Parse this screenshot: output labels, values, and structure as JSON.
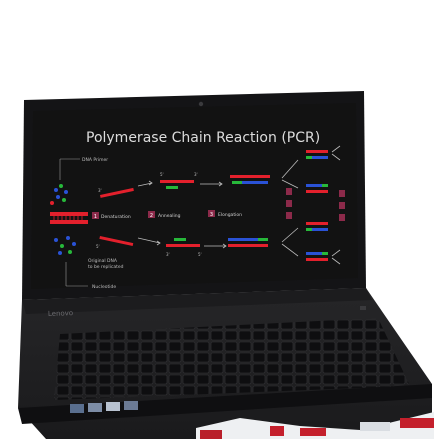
{
  "screen": {
    "title": "Polymerase Chain Reaction (PCR)",
    "labels": {
      "dna_primer": "DNA Primer",
      "denaturation": "Denaturation",
      "annealing": "Annealing",
      "elongation": "Elongation",
      "original_dna_line1": "Original DNA",
      "original_dna_line2": "to be replicated",
      "nucleotide": "Nucleotide"
    },
    "step_numbers": [
      "1",
      "2",
      "3"
    ],
    "strand_ends": {
      "three_prime": "3'",
      "five_prime": "5'"
    }
  },
  "laptop": {
    "brand": "Lenovo"
  },
  "colors": {
    "screen_bg": "#121212",
    "strand_red": "#e3202c",
    "strand_blue": "#2a52d6",
    "strand_green": "#27b83a",
    "step_box": "#8c2a4a",
    "body": "#1f1f21"
  }
}
